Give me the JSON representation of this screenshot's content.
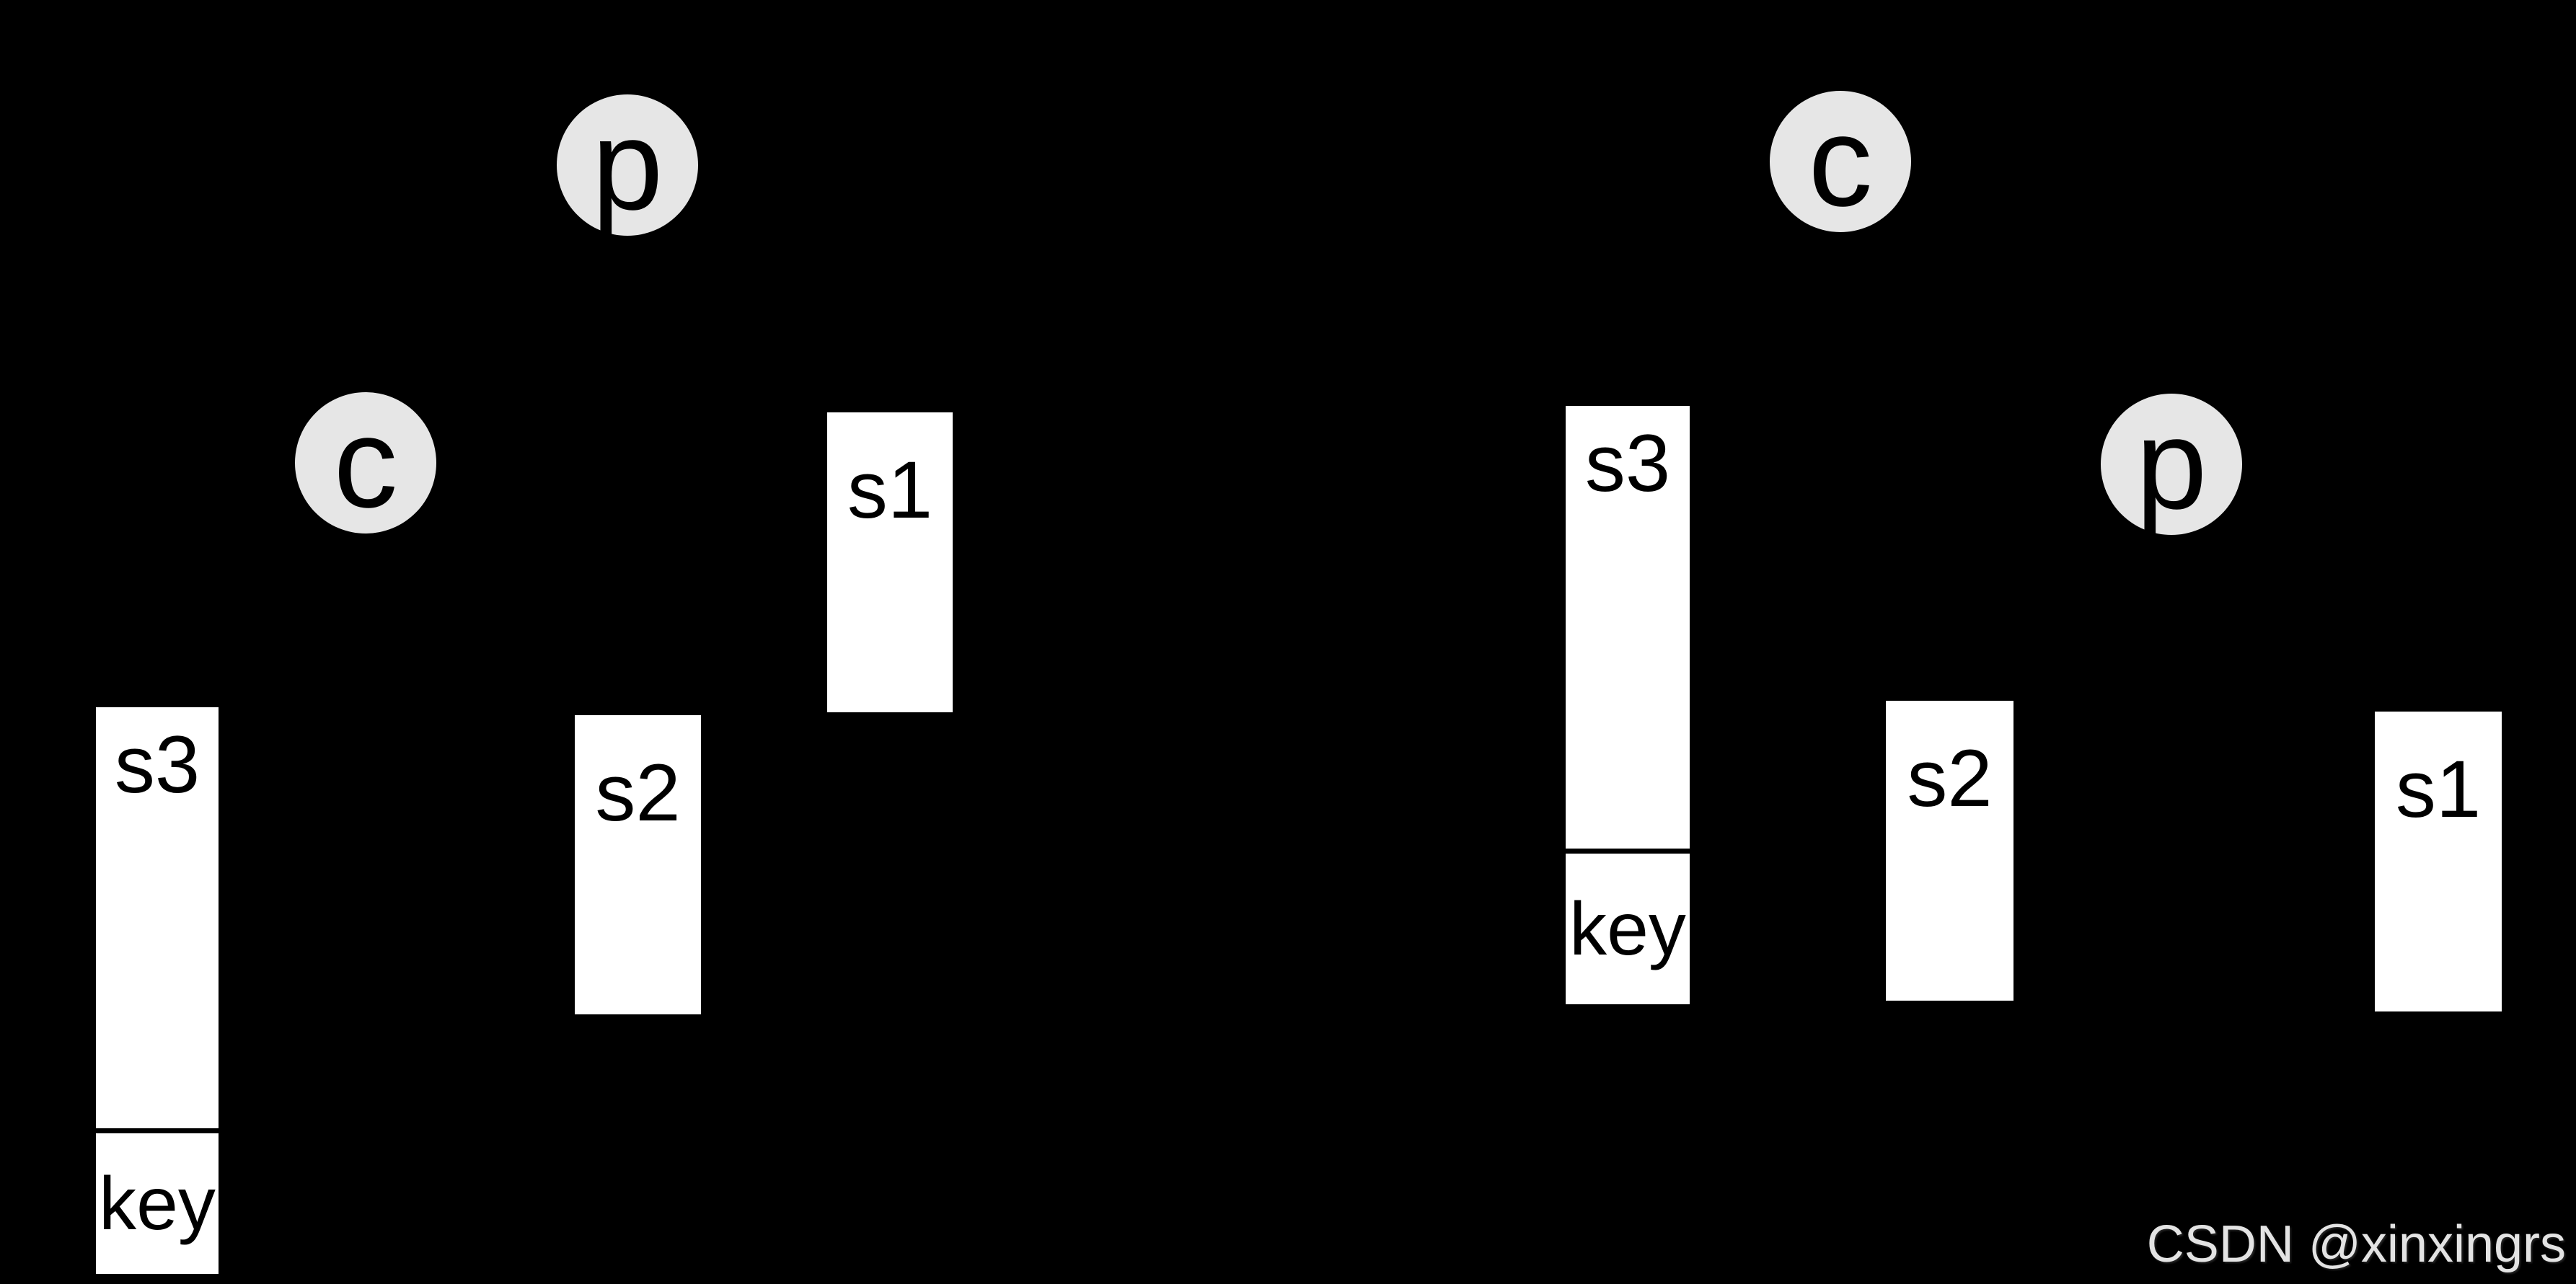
{
  "colors": {
    "background": "#000000",
    "circle_fill": "#e6e6e6",
    "circle_text": "#000000",
    "bar_fill": "#ffffff",
    "bar_text": "#000000",
    "divider": "#000000",
    "watermark_text_color": "#e3e3e3"
  },
  "left_group": {
    "producer_label": "p",
    "consumer_label": "c",
    "s1_label": "s1",
    "s2_label": "s2",
    "s3_label": "s3",
    "key_label": "key"
  },
  "right_group": {
    "consumer_label": "c",
    "producer_label": "p",
    "s1_label": "s1",
    "s2_label": "s2",
    "s3_label": "s3",
    "key_label": "key"
  },
  "watermark": {
    "text": "CSDN @xinxingrs"
  }
}
